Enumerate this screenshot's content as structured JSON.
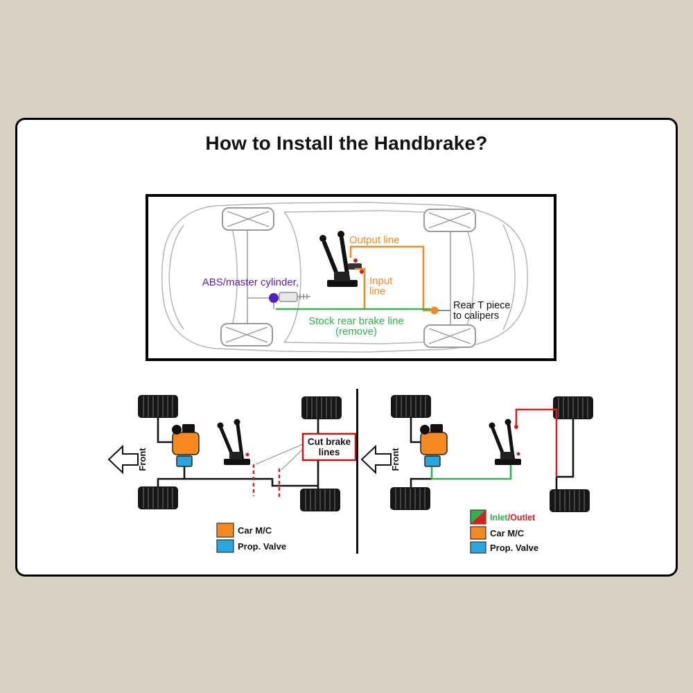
{
  "title": "How to Install the Handbrake?",
  "top_diagram": {
    "output_line_label": "Output line",
    "abs_label": "ABS/master cylinder,",
    "input_label_line1": "Input",
    "input_label_line2": "line",
    "stock_label_line1": "Stock rear brake line",
    "stock_label_line2": "(remove)",
    "rear_t_label_line1": "Rear T piece",
    "rear_t_label_line2": "to calipers"
  },
  "left_diagram": {
    "front_label": "Front",
    "cut_label_line1": "Cut brake",
    "cut_label_line2": "lines",
    "legend": [
      {
        "label": "Car M/C",
        "color": "#f5891f"
      },
      {
        "label": "Prop. Valve",
        "color": "#29a8e0"
      }
    ]
  },
  "right_diagram": {
    "front_label": "Front",
    "inlet_label": "Inlet",
    "slash": "/",
    "outlet_label": "Outlet",
    "legend": [
      {
        "label": "Car M/C",
        "color": "#f5891f"
      },
      {
        "label": "Prop. Valve",
        "color": "#29a8e0"
      }
    ]
  },
  "colors": {
    "background": "#d9d2c3",
    "orange": "#f5891f",
    "green": "#2eb34a",
    "red": "#d42020",
    "blue": "#29a8e0",
    "purple": "#5520c0",
    "black": "#111111",
    "gray_outline": "#b5b5b5"
  }
}
